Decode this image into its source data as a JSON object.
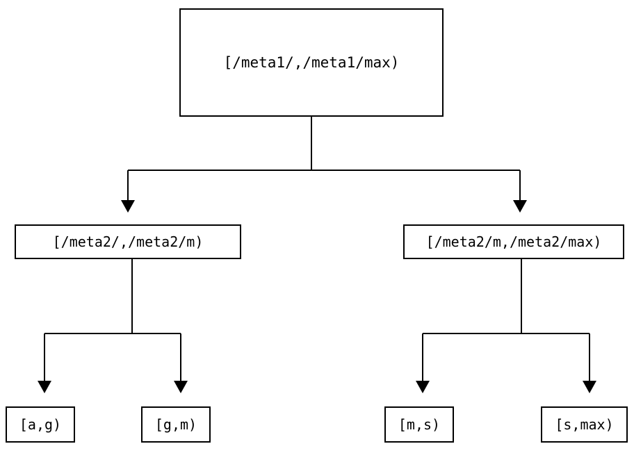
{
  "diagram": {
    "type": "tree",
    "title": "",
    "background_color": "#ffffff",
    "line_color": "#000000",
    "text_color": "#000000",
    "nodes": {
      "root": {
        "label": "[/meta1/,/meta1/max)",
        "level": 0
      },
      "mid_left": {
        "label": "[/meta2/,/meta2/m)",
        "level": 1
      },
      "mid_right": {
        "label": "[/meta2/m,/meta2/max)",
        "level": 1
      },
      "leaf_1": {
        "label": "[a,g)",
        "level": 2
      },
      "leaf_2": {
        "label": "[g,m)",
        "level": 2
      },
      "leaf_3": {
        "label": "[m,s)",
        "level": 2
      },
      "leaf_4": {
        "label": "[s,max)",
        "level": 2
      }
    },
    "edges": [
      {
        "from": "root",
        "to": "mid_left",
        "arrow": "down"
      },
      {
        "from": "root",
        "to": "mid_right",
        "arrow": "down"
      },
      {
        "from": "mid_left",
        "to": "leaf_1",
        "arrow": "down"
      },
      {
        "from": "mid_left",
        "to": "leaf_2",
        "arrow": "down"
      },
      {
        "from": "mid_right",
        "to": "leaf_3",
        "arrow": "down"
      },
      {
        "from": "mid_right",
        "to": "leaf_4",
        "arrow": "down"
      }
    ]
  }
}
